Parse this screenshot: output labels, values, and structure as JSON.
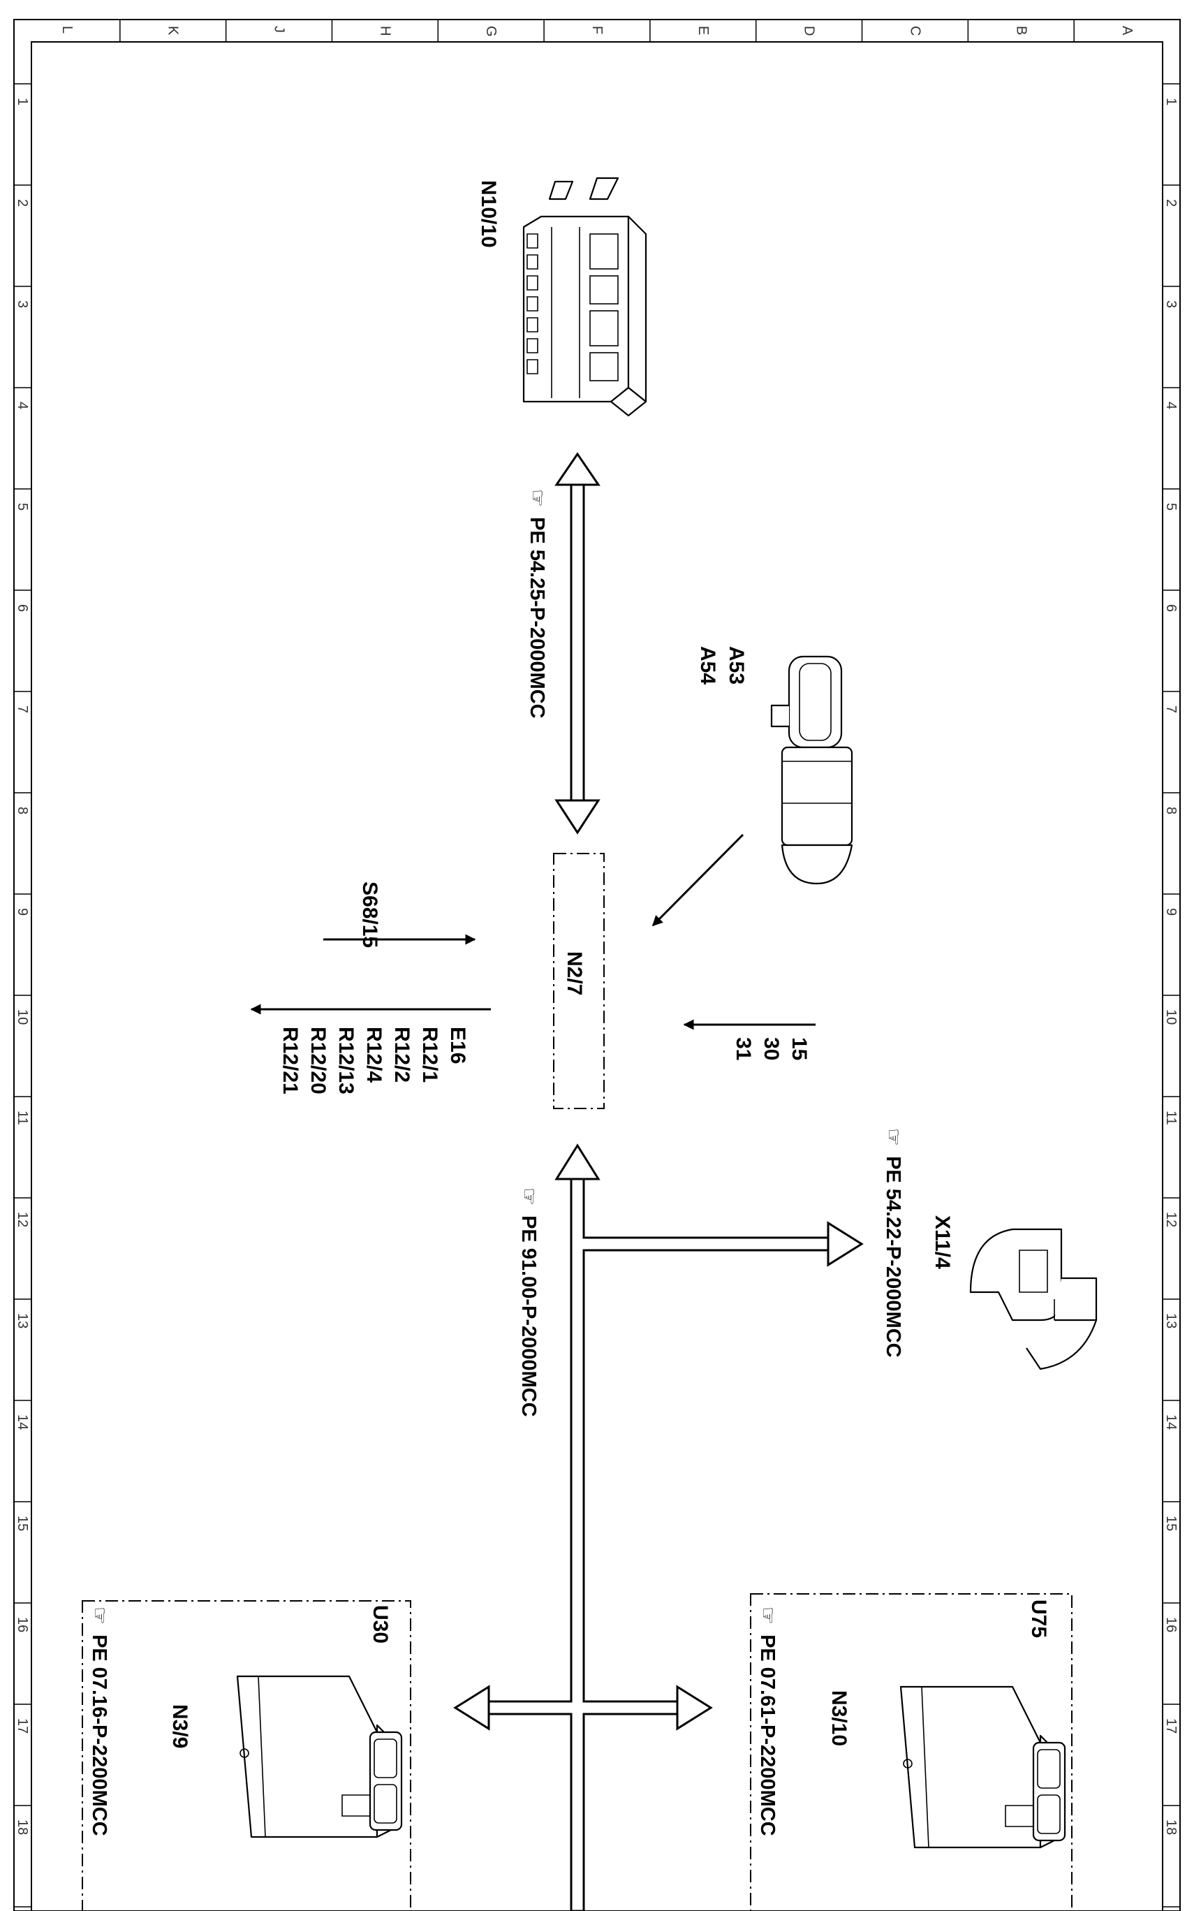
{
  "frame": {
    "columns": [
      "L",
      "K",
      "J",
      "H",
      "G",
      "F",
      "E",
      "D",
      "C",
      "B",
      "A"
    ],
    "rows": [
      "1",
      "2",
      "3",
      "4",
      "5",
      "6",
      "7",
      "8",
      "9",
      "10",
      "11",
      "12",
      "13",
      "14",
      "15",
      "16",
      "17",
      "18"
    ]
  },
  "components": {
    "n10_10": "N10/10",
    "a53": "A53",
    "a54": "A54",
    "n2_7": "N2/7",
    "s68_15": "S68/15",
    "x11_4": "X11/4",
    "u75": "U75",
    "n3_10": "N3/10",
    "u30": "U30",
    "n3_9": "N3/9"
  },
  "outputs": [
    "E16",
    "R12/1",
    "R12/2",
    "R12/4",
    "R12/13",
    "R12/20",
    "R12/21"
  ],
  "power_inputs": [
    "15",
    "30",
    "31"
  ],
  "references": {
    "pe_54_25": "PE 54.25-P-2000MCC",
    "pe_54_22": "PE 54.22-P-2000MCC",
    "pe_91_00": "PE 91.00-P-2000MCC",
    "pe_07_61": "PE 07.61-P-2200MCC",
    "pe_07_16": "PE 07.16-P-2200MCC"
  }
}
